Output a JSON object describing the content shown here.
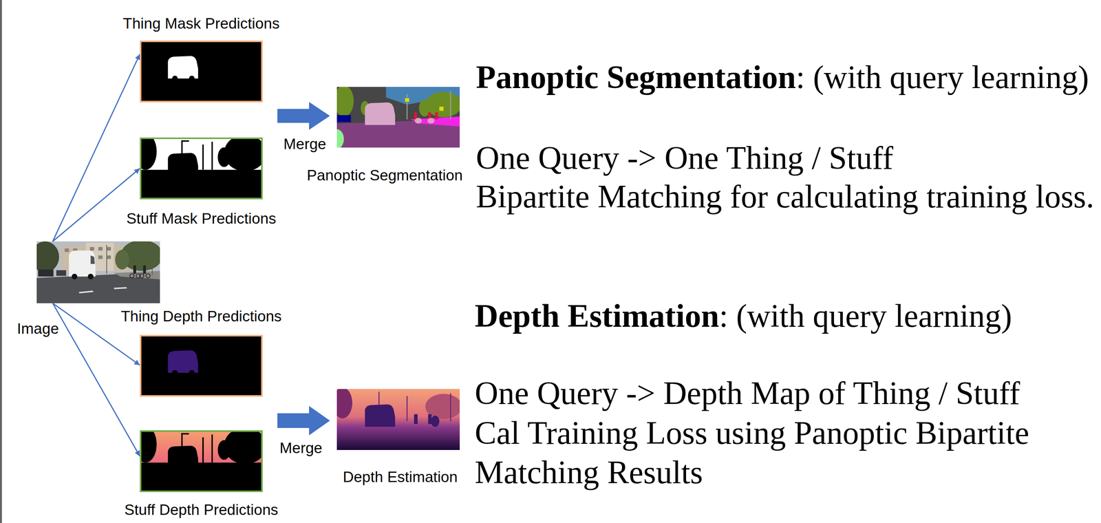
{
  "diagram": {
    "nodes": [
      {
        "text": [
          "Image"
        ]
      },
      {
        "text": [
          "Thing Mask Predictions"
        ]
      },
      {
        "text": [
          "Stuff Mask Predictions"
        ]
      },
      {
        "text": [
          "Panoptic Segmentation"
        ]
      },
      {
        "text": [
          "Thing Depth Predictions"
        ]
      },
      {
        "text": [
          "Stuff Depth Predictions"
        ]
      },
      {
        "text": [
          "Depth Estimation"
        ]
      }
    ],
    "edges": [
      {
        "from": 0,
        "to": 1,
        "arrow": "to"
      },
      {
        "from": 0,
        "to": 2,
        "arrow": "to"
      },
      {
        "from": 0,
        "to": 4,
        "arrow": "to"
      },
      {
        "from": 0,
        "to": 5,
        "arrow": "to"
      }
    ],
    "labels": [
      "Merge",
      "Merge",
      "Panoptic Segmentation",
      ": (with query learning)",
      "One Query -> One Thing / Stuff",
      "Bipartite Matching for calculating training loss.",
      "Depth Estimation",
      ": (with query learning)",
      "One Query -> Depth Map of Thing / Stuff",
      "Cal Training Loss using Panoptic Bipartite Matching Results"
    ]
  }
}
